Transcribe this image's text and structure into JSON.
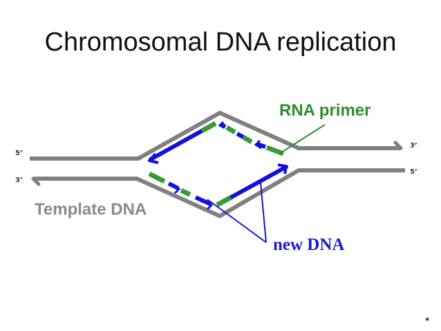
{
  "title": "Chromosomal DNA replication",
  "labels": {
    "top_left_end": "5’",
    "bottom_left_end": "3’",
    "top_right_end": "3’",
    "bottom_right_end": "5’",
    "rna_primer": "RNA primer",
    "template_dna": "Template DNA",
    "new_dna": "new DNA",
    "footer_mark": "*"
  },
  "colors": {
    "template_strand": "#808080",
    "new_dna": "#1010e0",
    "rna_primer": "#3a9a3a",
    "rna_label": "#2e8b2e",
    "new_dna_label": "#1a1ad6"
  }
}
